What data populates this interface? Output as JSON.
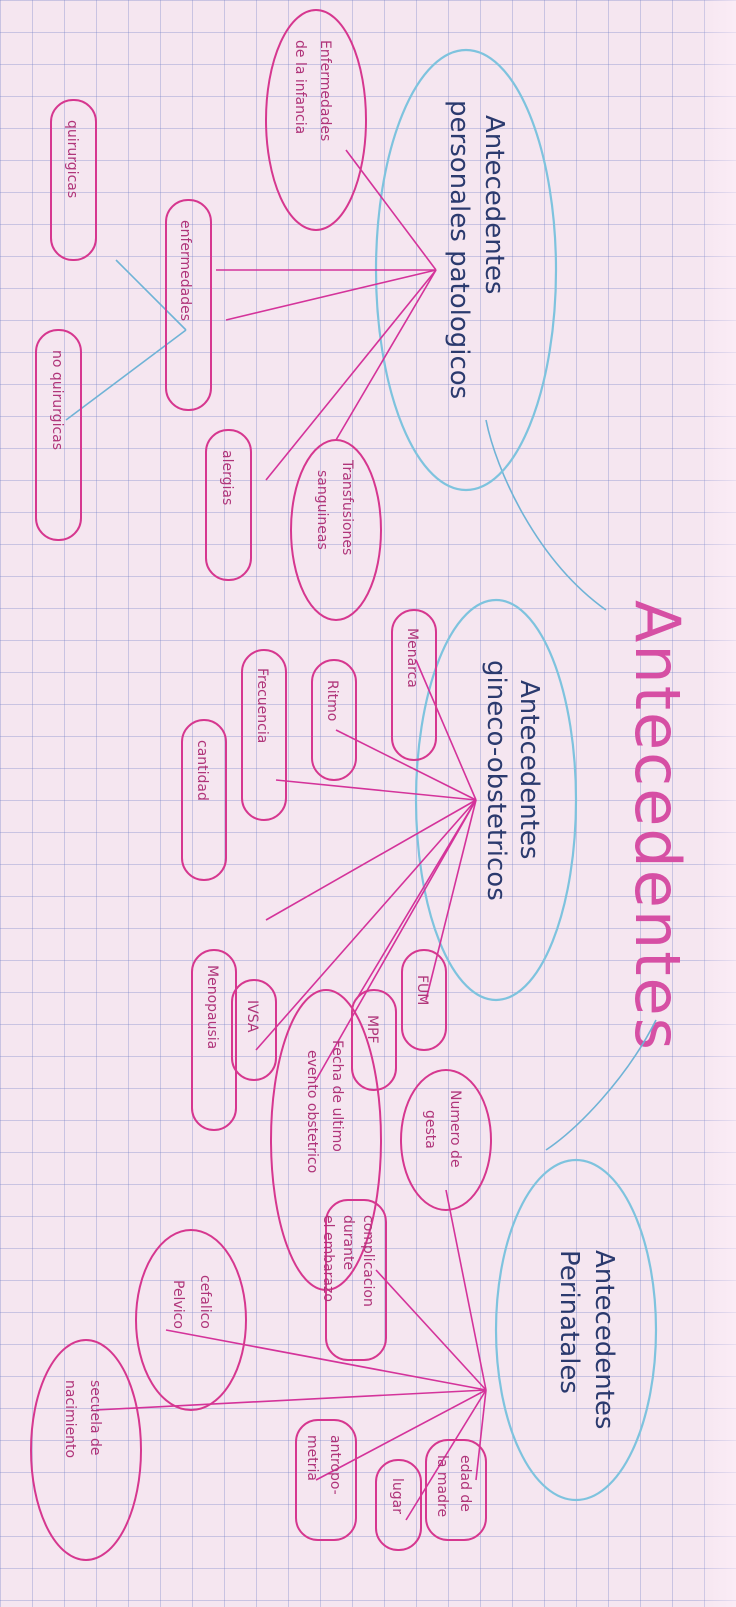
{
  "title": "Antecedentes",
  "branches": {
    "personales": {
      "line1": "Antecedentes",
      "line2": "personales patologicos"
    },
    "gineco": {
      "line1": "Antecedentes",
      "line2": "gineco-obstetricos"
    },
    "perinatales": {
      "line1": "Antecedentes",
      "line2": "Perinatales"
    }
  },
  "personales_items": {
    "infancia_1": "Enfermedades",
    "infancia_2": "de la infancia",
    "enfermedades": "enfermedades",
    "alergias": "alergias",
    "transfusiones_1": "Transfusiones",
    "transfusiones_2": "sanguineas",
    "quirurgicas": "quirurgicas",
    "no_quirurgicas": "no quirurgicas"
  },
  "gineco_items": {
    "menarca": "Menarca",
    "ritmo": "Ritmo",
    "frecuencia": "Frecuencia",
    "cantidad": "cantidad",
    "fum": "FUM",
    "mpf": "MPF",
    "ivsa": "IVSA",
    "menopausia": "Menopausia",
    "fecha_1": "Fecha de ultimo",
    "fecha_2": "evento obstetrico"
  },
  "perinatales_items": {
    "numero_1": "Numero de",
    "numero_2": "gesta",
    "complicacion_1": "complicacion",
    "complicacion_2": "durante",
    "complicacion_3": "el embarazo",
    "cefalico_1": "cefalico",
    "cefalico_2": "Pelvico",
    "edad_1": "edad de",
    "edad_2": "la madre",
    "lugar": "lugar",
    "antropo_1": "antropo-",
    "antropo_2": "metria",
    "secuela_1": "secuela de",
    "secuela_2": "nacimiento"
  },
  "colors": {
    "paper": "#f5e6f0",
    "grid": "#8c96cf",
    "blue_ink": "#2b3a6e",
    "blue_outline": "#7ec3de",
    "pink_ink": "#d6378f",
    "title_pink": "#d64fa4"
  }
}
